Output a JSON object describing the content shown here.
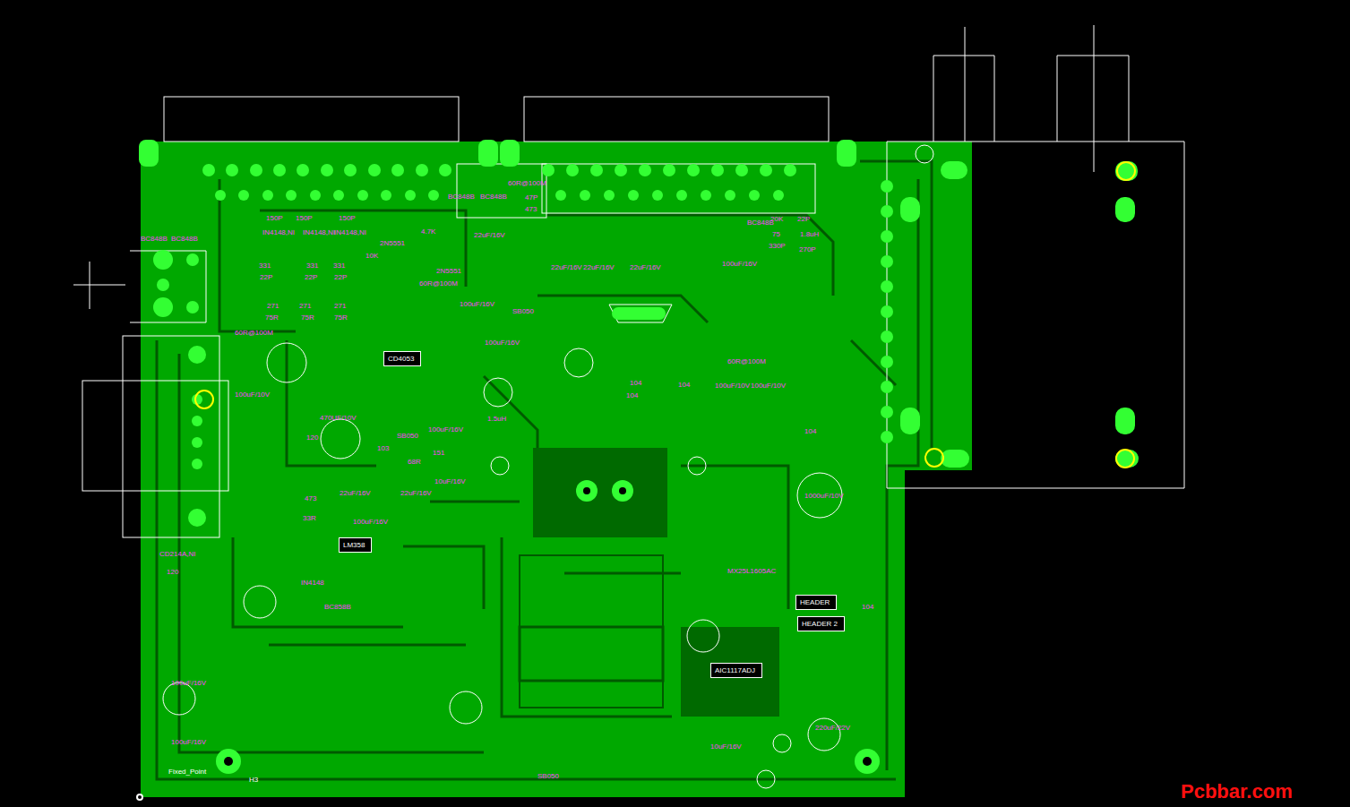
{
  "diagram": {
    "nodes": [
      {
        "text": [
          "CD4053"
        ]
      },
      {
        "text": [
          "LM358"
        ]
      },
      {
        "text": [
          "AIC1117ADJ"
        ]
      },
      {
        "text": [
          "HEADER"
        ]
      },
      {
        "text": [
          "HEADER 2"
        ]
      }
    ],
    "labels": [
      "150P",
      "150P",
      "150P",
      "IN4148,NI",
      "IN4148,NI",
      "IN4148,NI",
      "331",
      "331",
      "331",
      "22P",
      "22P",
      "22P",
      "271",
      "271",
      "271",
      "75R",
      "75R",
      "75R",
      "BC848B",
      "BC848B",
      "60R@100M",
      "47P",
      "473",
      "2N5551",
      "2N5551",
      "4.7K",
      "10K",
      "22uF/16V",
      "100uF/16V",
      "SB050",
      "470UF/10V",
      "100uF/10V",
      "100uF/16V",
      "SB050",
      "103",
      "68R",
      "151",
      "120",
      "1.5uH",
      "10uF/16V",
      "22uF/16V",
      "22uF/16V",
      "100uF/16V",
      "473",
      "33R",
      "IN4148",
      "BC858B",
      "CD214A,NI",
      "120",
      "100uF/16V",
      "100uF/16V",
      "Fixed_Point",
      "SB050",
      "22uF/16V",
      "22uF/16V",
      "22uF/16V",
      "100uF/16V",
      "100uF/16V",
      "BC848B",
      "20K",
      "22P",
      "75",
      "1.8uH",
      "330P",
      "270P",
      "60R@100M",
      "100uF/10V",
      "100uF/10V",
      "1000uF/10V",
      "220uF/22V",
      "10uF/16V",
      "MX25L1605AC",
      "H3",
      "104",
      "104",
      "104",
      "104",
      "104",
      "60R@100M",
      "60R@100M",
      "BC848B",
      "BC848B",
      "Pcbbar.com"
    ]
  }
}
